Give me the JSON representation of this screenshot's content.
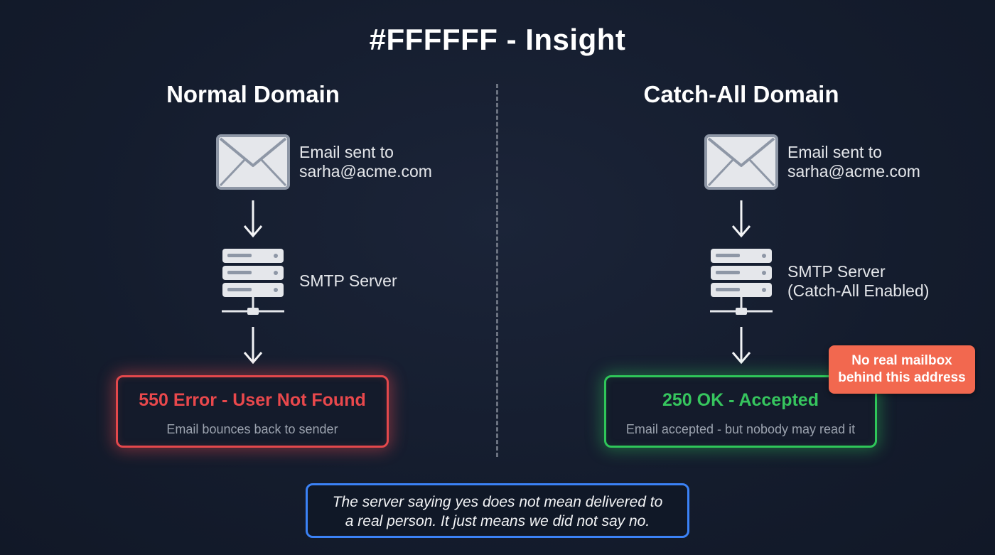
{
  "title": "#FFFFFF - Insight",
  "left": {
    "heading": "Normal Domain",
    "email_line1": "Email sent to",
    "email_line2": "sarha@acme.com",
    "server_line1": "SMTP Server",
    "result_title": "550 Error - User Not Found",
    "result_sub": "Email bounces back to sender",
    "result_color": "#e4484c"
  },
  "right": {
    "heading": "Catch-All Domain",
    "email_line1": "Email sent to",
    "email_line2": "sarha@acme.com",
    "server_line1": "SMTP Server",
    "server_line2": "(Catch-All Enabled)",
    "result_title": "250 OK - Accepted",
    "result_sub": "Email accepted - but nobody may read it",
    "result_color": "#2fc659",
    "tag_line1": "No real mailbox",
    "tag_line2": "behind this address",
    "tag_color": "#f2684f"
  },
  "insight": {
    "line1": "The server saying yes does not mean delivered to",
    "line2": "a real person. It just means we did not say no.",
    "border_color": "#3b82f6"
  }
}
